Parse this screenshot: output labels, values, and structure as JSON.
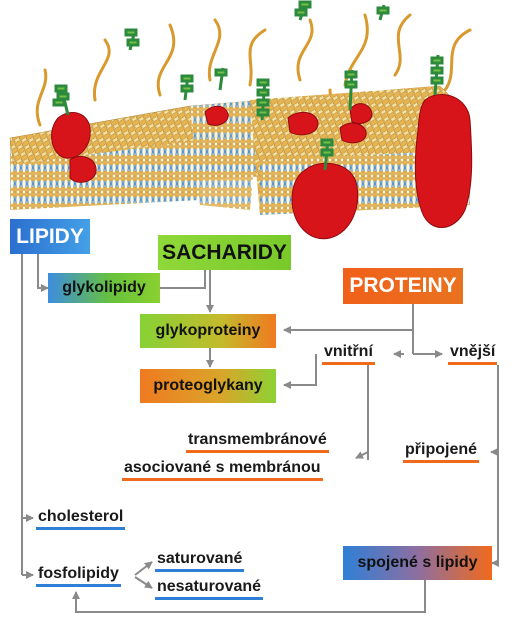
{
  "boxes": {
    "lipidy": "LIPIDY",
    "sacharidy": "SACHARIDY",
    "proteiny": "PROTEINY",
    "glykolipidy": "glykolipidy",
    "glykoproteiny": "glykoproteiny",
    "proteoglykany": "proteoglykany",
    "spojene_s_lipidy": "spojené s lipidy"
  },
  "labels": {
    "vnitrni": "vnitřní",
    "vnejsi": "vnější",
    "transmembranove": "transmembránové",
    "asociovane": "asociované s membránou",
    "pripojene": "připojené",
    "cholesterol": "cholesterol",
    "fosfolipidy": "fosfolipidy",
    "saturovane": "saturované",
    "nesaturovane": "nesaturované"
  },
  "colors": {
    "lipid_blue": "#2f7fd6",
    "sugar_green": "#7ed321",
    "protein_orange": "#ef6a1b",
    "protein_red": "#d8141b",
    "membrane_tan": "#e8b85a",
    "arrow_gray": "#8a8a8a"
  }
}
